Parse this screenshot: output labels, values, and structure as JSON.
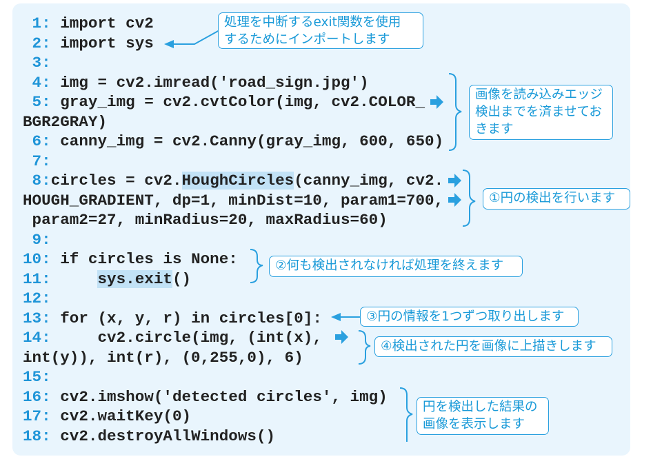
{
  "code": {
    "rows": [
      {
        "num": " 1:",
        "code": " import cv2"
      },
      {
        "num": " 2:",
        "code": " import sys"
      },
      {
        "num": " 3:",
        "code": ""
      },
      {
        "num": " 4:",
        "code": " img = cv2.imread('road_sign.jpg')"
      },
      {
        "num": " 5:",
        "code": " gray_img = cv2.cvtColor(img, cv2.COLOR_"
      },
      {
        "num": "",
        "code": "BGR2GRAY)"
      },
      {
        "num": " 6:",
        "code": " canny_img = cv2.Canny(gray_img, 600, 650)"
      },
      {
        "num": " 7:",
        "code": ""
      },
      {
        "num": " 8:",
        "code": "circles = cv2.",
        "hl": "HoughCircles",
        "rest": "(canny_img, cv2."
      },
      {
        "num": "",
        "code": "HOUGH_GRADIENT, dp=1, minDist=10, param1=700,"
      },
      {
        "num": "",
        "code": " param2=27, minRadius=20, maxRadius=60)"
      },
      {
        "num": " 9:",
        "code": ""
      },
      {
        "num": "10:",
        "code": " if circles is None:"
      },
      {
        "num": "11:",
        "code": "     ",
        "hl": "sys.exit",
        "rest": "()"
      },
      {
        "num": "12:",
        "code": ""
      },
      {
        "num": "13:",
        "code": " for (x, y, r) in circles[0]:"
      },
      {
        "num": "14:",
        "code": "     cv2.circle(img, (int(x),"
      },
      {
        "num": "",
        "code": "int(y)), int(r), (0,255,0), 6)"
      },
      {
        "num": "15:",
        "code": ""
      },
      {
        "num": "16:",
        "code": " cv2.imshow('detected circles', img)"
      },
      {
        "num": "17:",
        "code": " cv2.waitKey(0)"
      },
      {
        "num": "18:",
        "code": " cv2.destroyAllWindows()"
      }
    ]
  },
  "notes": {
    "import_sys": "処理を中断するexit関数を使用\nするためにインポートします",
    "read_edge": "画像を読み込みエッジ\n検出までを済ませてお\nきます",
    "detect": "①円の検出を行います",
    "exit": "②何も検出されなければ処理を終えます",
    "loop": "③円の情報を1つずつ取り出します",
    "draw": "④検出された円を画像に上描きします",
    "show": "円を検出した結果の\n画像を表示します"
  },
  "colors": {
    "accent": "#1f95d8",
    "background": "#e9f5fd",
    "highlight": "#c2e2f6"
  }
}
